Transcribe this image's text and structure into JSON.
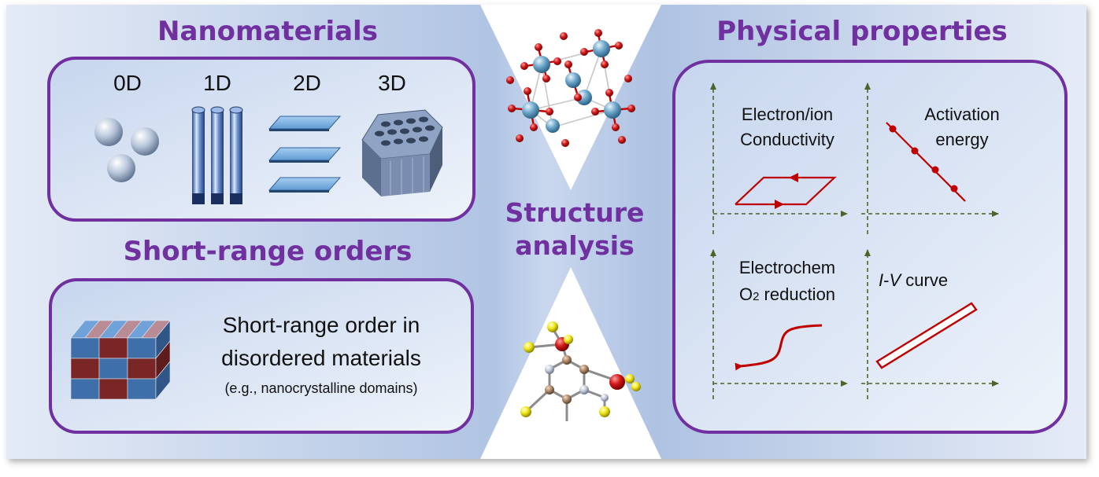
{
  "left": {
    "nano_title": "Nanomaterials",
    "dims": [
      "0D",
      "1D",
      "2D",
      "3D"
    ],
    "sro_title": "Short-range orders",
    "sro_line1": "Short-range order in",
    "sro_line2": "disordered materials",
    "sro_note": "(e.g., nanocrystalline domains)"
  },
  "center": {
    "title_line1": "Structure",
    "title_line2": "analysis"
  },
  "right": {
    "title": "Physical properties",
    "plots": [
      {
        "line1": "Electron/ion",
        "line2": "Conductivity"
      },
      {
        "line1": "Activation",
        "line2": "energy"
      },
      {
        "line1": "Electrochem",
        "line2_main": "O",
        "line2_sub": "2",
        "line2_rest": " reduction"
      },
      {
        "italic1": "I",
        "sep": "-",
        "italic2": "V",
        "rest": " curve"
      }
    ]
  },
  "colors": {
    "accent_purple": "#7030a0",
    "curve_red": "#c00000",
    "axis_green": "#4f6228",
    "bg_blue": "#b4c7e7"
  }
}
